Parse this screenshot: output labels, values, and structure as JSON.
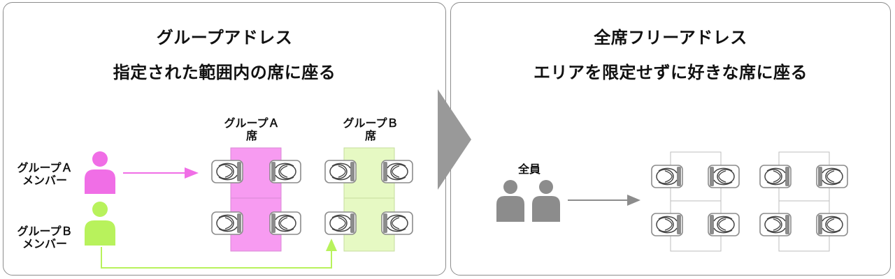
{
  "left_panel": {
    "title": "グループアドレス",
    "subtitle": "指定された範囲内の席に座る",
    "group_a_seats_line1": "グループＡ",
    "group_a_seats_line2": "席",
    "group_b_seats_line1": "グループＢ",
    "group_b_seats_line2": "席",
    "group_a_members_line1": "グループＡ",
    "group_a_members_line2": "メンバー",
    "group_b_members_line1": "グループＢ",
    "group_b_members_line2": "メンバー"
  },
  "right_panel": {
    "title": "全席フリーアドレス",
    "subtitle": "エリアを限定せずに好きな席に座る",
    "all_members": "全員"
  },
  "colors": {
    "group_a": "#f06ee6",
    "group_a_desk": "#f79bf1",
    "group_b": "#b8f25c",
    "group_b_desk": "#e6f9c3",
    "neutral_person": "#8c8c8c",
    "divider_arrow": "#999999"
  }
}
